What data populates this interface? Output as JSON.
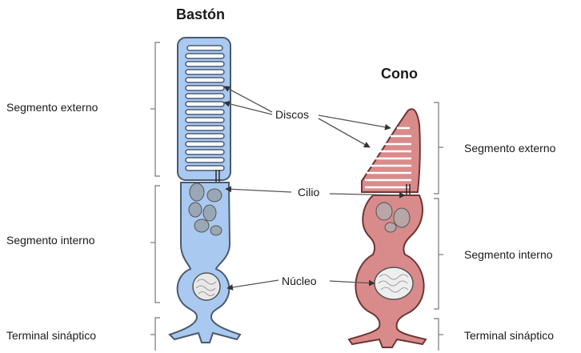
{
  "titles": {
    "rod": "Bastón",
    "cone": "Cono"
  },
  "rod_labels": {
    "outer": "Segmento externo",
    "inner": "Segmento interno",
    "synaptic": "Terminal sináptico"
  },
  "cone_labels": {
    "outer": "Segmento externo",
    "inner": "Segmento interno",
    "synaptic": "Terminal sináptico"
  },
  "callouts": {
    "discs": "Discos",
    "cilium": "Cilio",
    "nucleus": "Núcleo"
  },
  "colors": {
    "rod_fill": "#a9c9f0",
    "rod_stroke": "#4a5a70",
    "cone_fill": "#d98b8b",
    "cone_stroke": "#6e3535",
    "line": "#555555"
  }
}
